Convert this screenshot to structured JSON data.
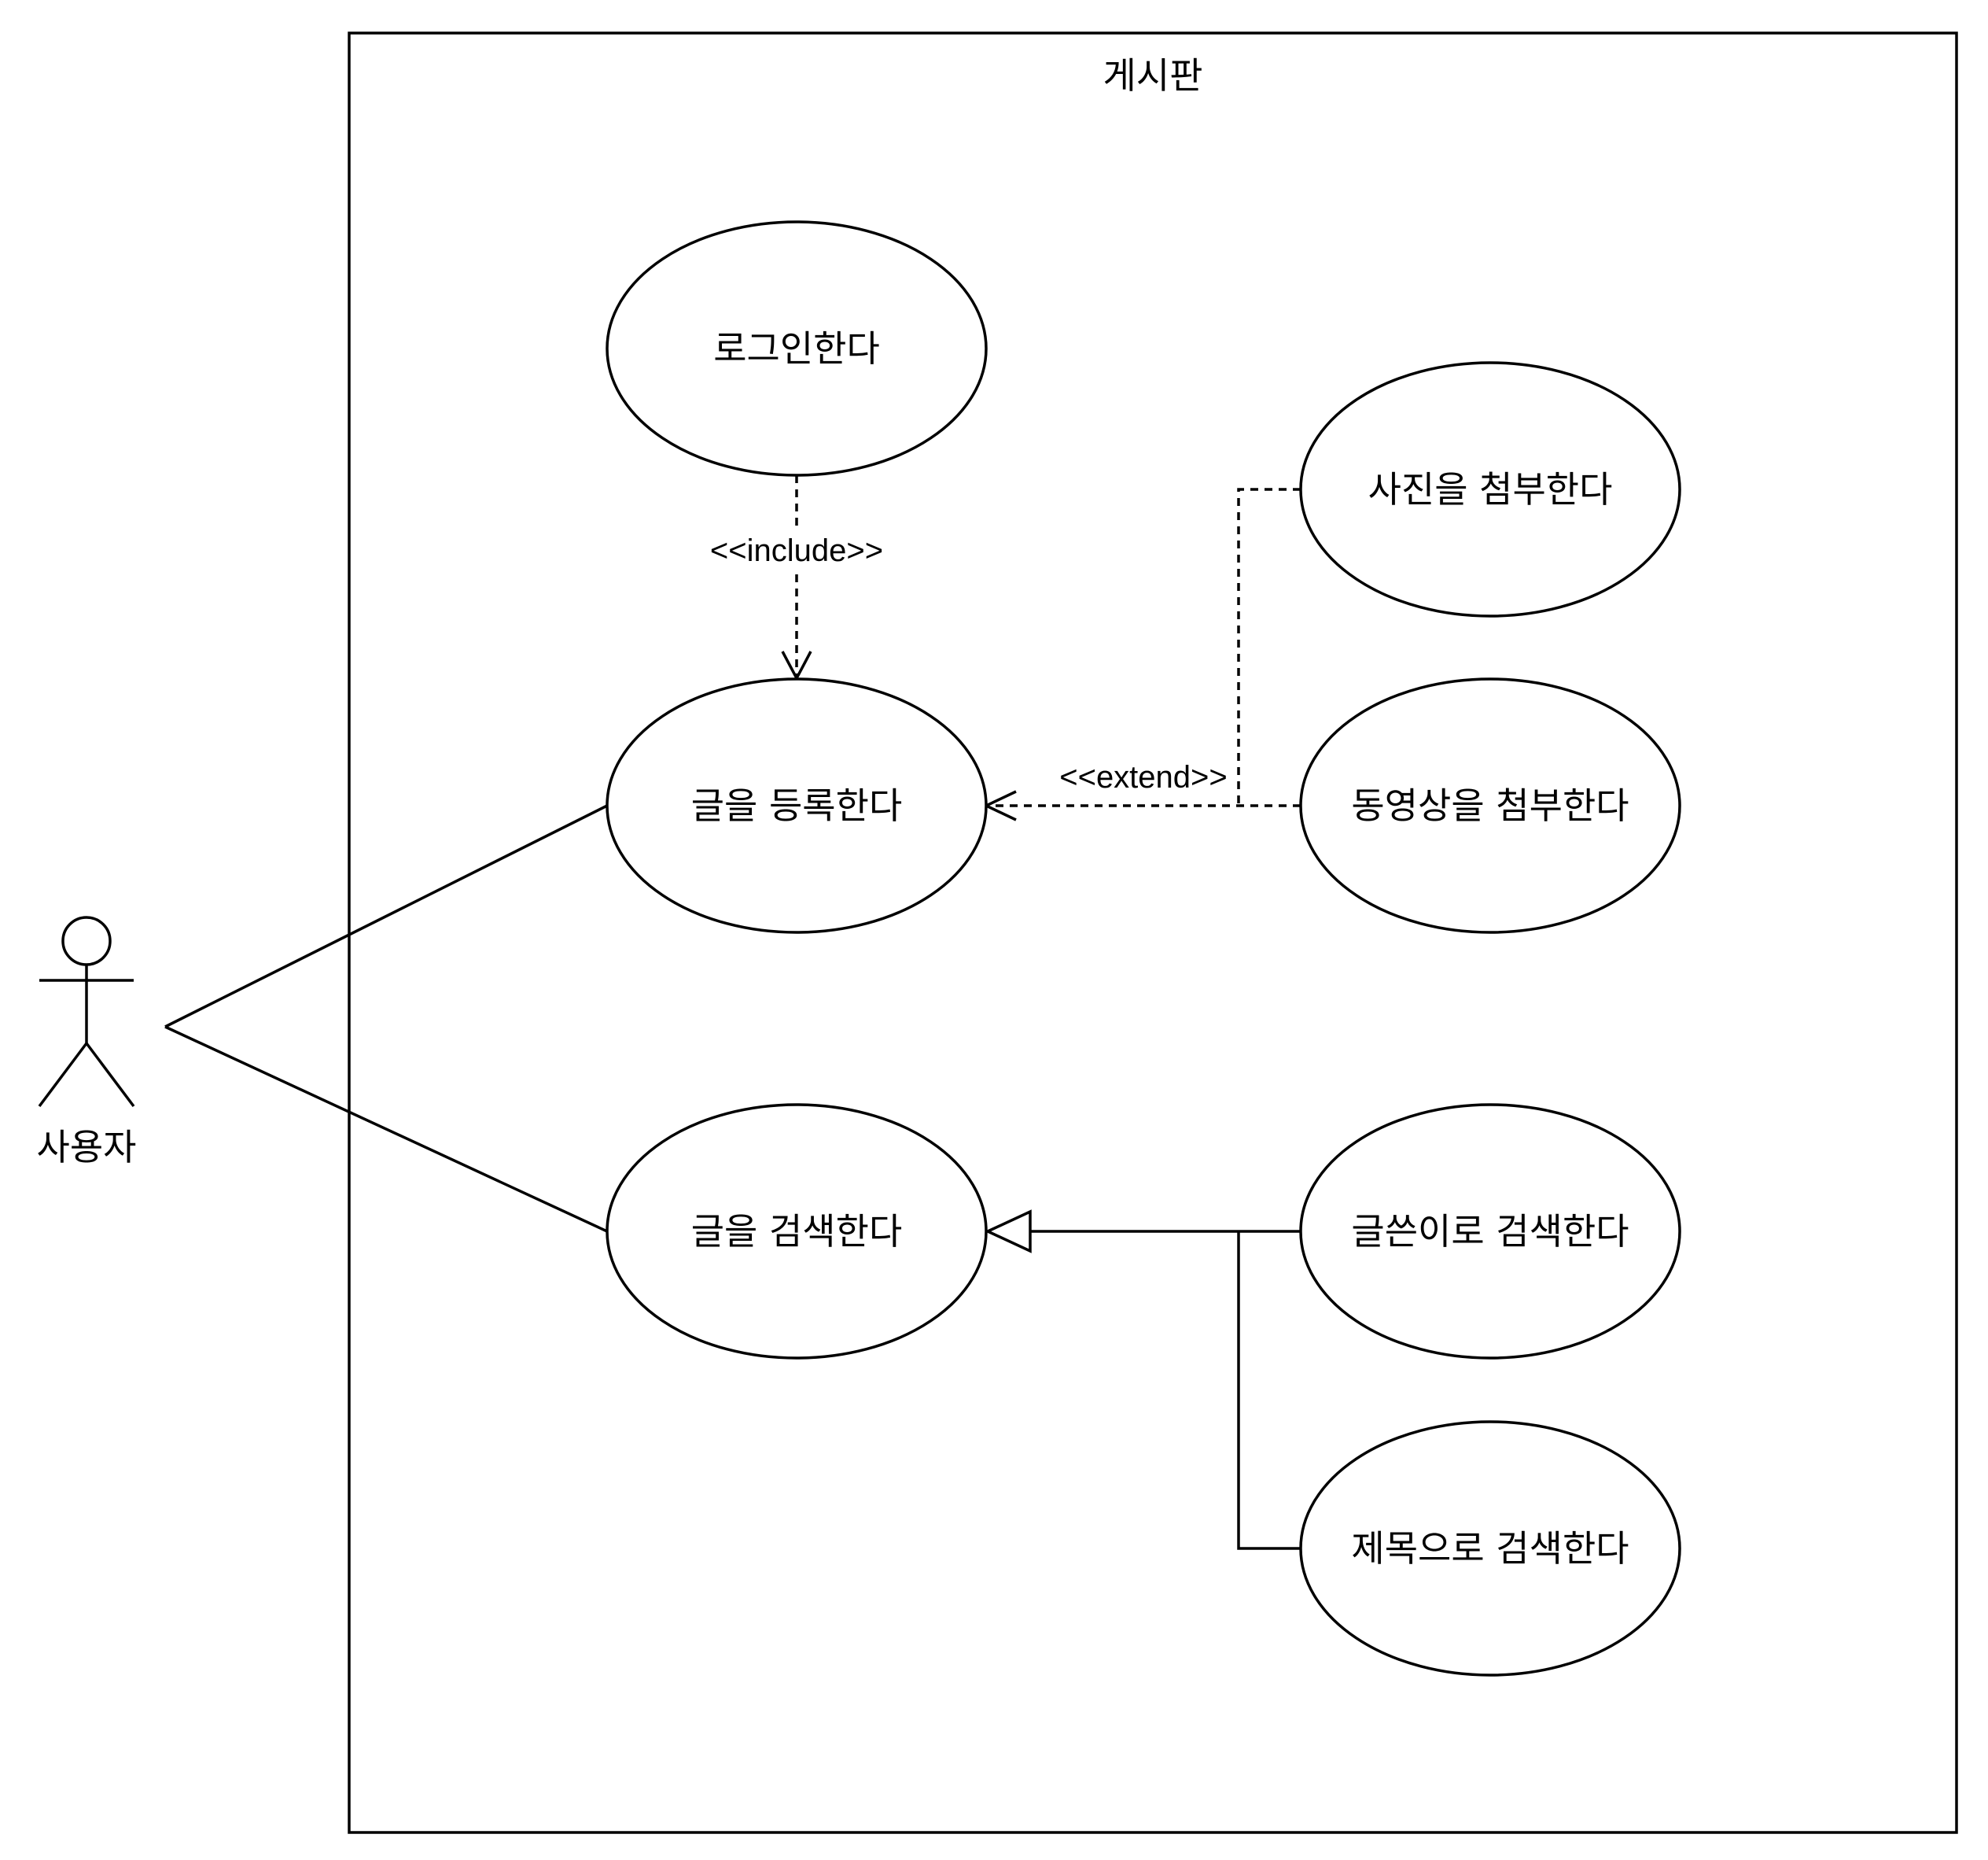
{
  "system": {
    "title": "게시판"
  },
  "actor": {
    "label": "사용자"
  },
  "use_cases": {
    "login": "로그인한다",
    "post": "글을 등록한다",
    "search": "글을 검색한다",
    "attach_photo": "사진을 첨부한다",
    "attach_video": "동영상을 첨부한다",
    "search_by_writer": "글쓴이로 검색한다",
    "search_by_title": "제목으로 검색한다"
  },
  "relations": {
    "include_label": "<<include>>",
    "extend_label": "<<extend>>"
  },
  "colors": {
    "stroke": "#000000",
    "fill": "#ffffff"
  }
}
